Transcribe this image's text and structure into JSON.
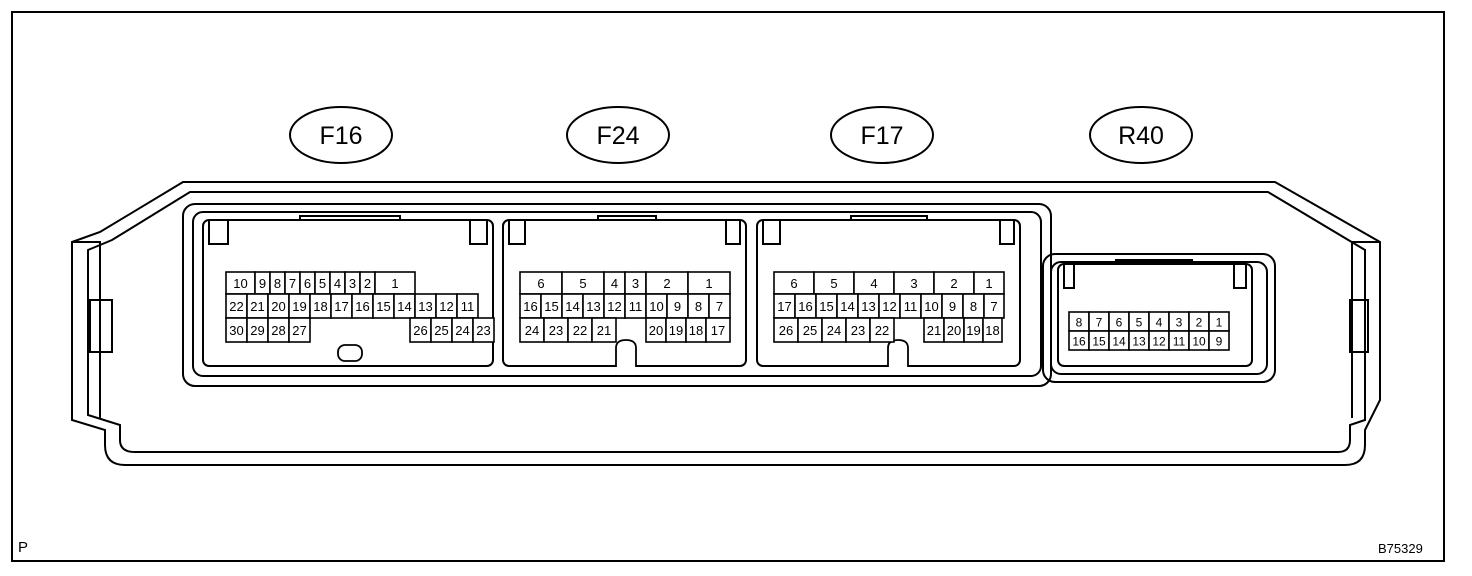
{
  "corner_mark": "P",
  "figure_id": "B75329",
  "connectors": [
    {
      "id": "F16",
      "rows": [
        [
          "10",
          "9",
          "8",
          "7",
          "6",
          "5",
          "4",
          "3",
          "2",
          "1"
        ],
        [
          "22",
          "21",
          "20",
          "19",
          "18",
          "17",
          "16",
          "15",
          "14",
          "13",
          "12",
          "11"
        ],
        [
          "30",
          "29",
          "28",
          "27",
          "",
          "",
          "",
          "",
          "",
          "26",
          "25",
          "24",
          "23"
        ]
      ]
    },
    {
      "id": "F24",
      "rows": [
        [
          "6",
          "5",
          "4",
          "3",
          "2",
          "1"
        ],
        [
          "16",
          "15",
          "14",
          "13",
          "12",
          "11",
          "10",
          "9",
          "8",
          "7"
        ],
        [
          "24",
          "23",
          "22",
          "21",
          "",
          "20",
          "19",
          "18",
          "17"
        ]
      ]
    },
    {
      "id": "F17",
      "rows": [
        [
          "6",
          "5",
          "4",
          "3",
          "2",
          "1"
        ],
        [
          "17",
          "16",
          "15",
          "14",
          "13",
          "12",
          "11",
          "10",
          "9",
          "8",
          "7"
        ],
        [
          "26",
          "25",
          "24",
          "23",
          "22",
          "",
          "21",
          "20",
          "19",
          "18"
        ]
      ]
    },
    {
      "id": "R40",
      "rows": [
        [
          "8",
          "7",
          "6",
          "5",
          "4",
          "3",
          "2",
          "1"
        ],
        [
          "16",
          "15",
          "14",
          "13",
          "12",
          "11",
          "10",
          "9"
        ]
      ]
    }
  ]
}
